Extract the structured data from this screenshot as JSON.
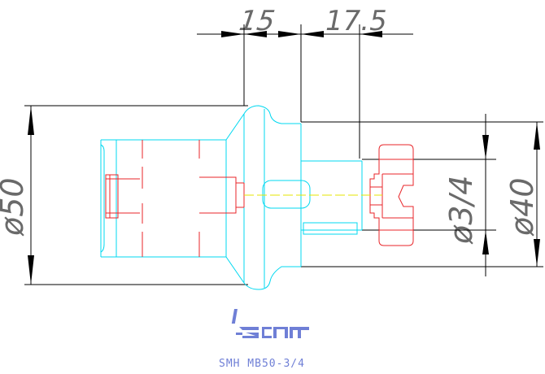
{
  "dimensions": {
    "length_1": "15",
    "length_2": "17.5",
    "diameter_50": "ø50",
    "diameter_40": "ø40",
    "diameter_34": "ø3/4"
  },
  "logo": {
    "icon": "iscar-logo-icon"
  },
  "caption": {
    "model": "SMH MB50-3/4"
  },
  "colors": {
    "body_outline": "#00d8f0",
    "hidden_features": "#e8262a",
    "centerline": "#e6e600",
    "dimension_lines": "#000000",
    "dimension_text": "#6a6a6a",
    "brand": "#6f7fd6"
  }
}
